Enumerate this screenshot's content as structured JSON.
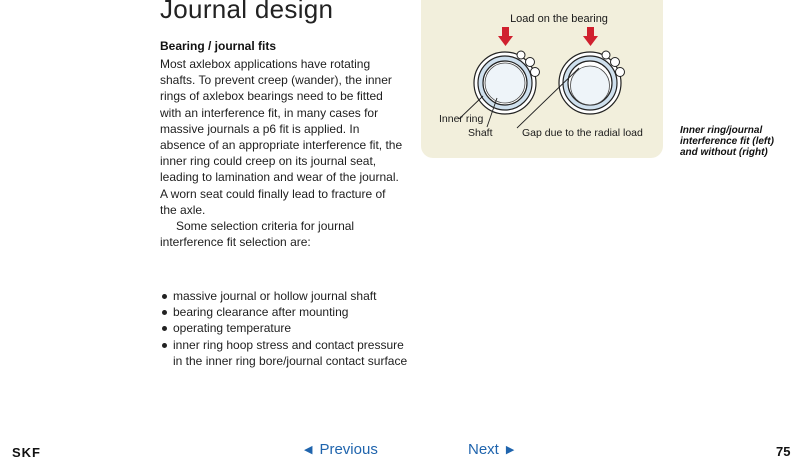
{
  "heading": "Journal design",
  "section": {
    "title": "Bearing / journal fits",
    "paragraph1": "Most axlebox applications have rotating shafts. To prevent creep (wander), the inner rings of axlebox bearings need to be fitted with an interference fit, in many cases for massive journals a p6 fit is applied. In absence of an appropriate interference fit, the inner ring could creep on its journal seat, leading to lamination and wear of the journal. A worn seat could finally lead to fracture of the axle.",
    "paragraph2": "Some selection criteria for journal interference fit selection are:",
    "bullets": [
      "massive journal or hollow journal shaft",
      "bearing clearance after mounting",
      "operating temperature",
      "inner ring hoop stress and contact pressure in the inner ring bore/journal contact surface"
    ]
  },
  "figure": {
    "label_load": "Load on the bearing",
    "label_inner_ring": "Inner ring",
    "label_shaft": "Shaft",
    "label_gap": "Gap due to the radial load",
    "colors": {
      "panel": "#f2efdc",
      "ring_fill": "#cfe0ee",
      "arrow": "#d0202e",
      "stroke": "#222222"
    }
  },
  "caption": "Inner ring/journal interference fit (left) and without (right)",
  "footer": {
    "logo": "SKF",
    "previous": "Previous",
    "next": "Next",
    "page_number": "75",
    "link_color": "#1f64ad"
  }
}
